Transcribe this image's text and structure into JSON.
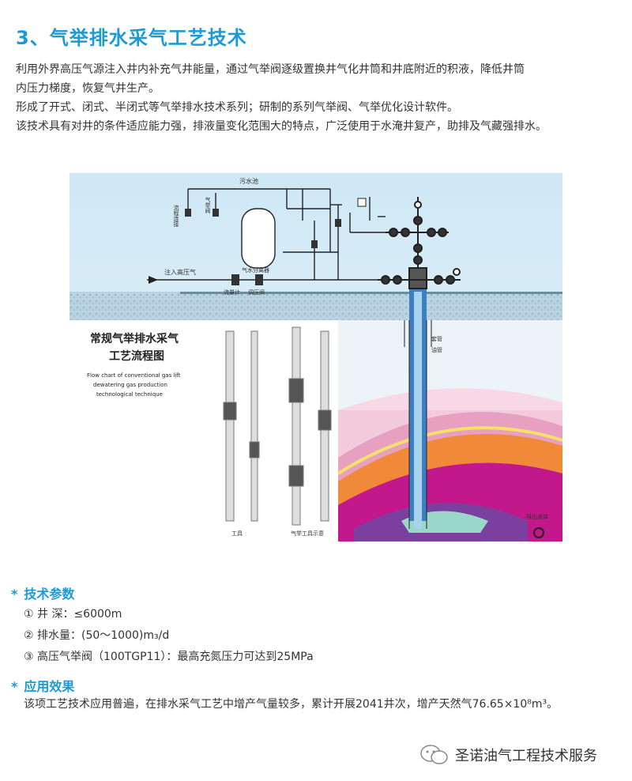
{
  "title": "3、气举排水采气工艺技术",
  "intro": [
    "利用外界高压气源注入井内补充气井能量，通过气举阀逐级置换井气化井筒和井底附近的积液，降低井筒",
    "内压力梯度，恢复气井生产。",
    "形成了开式、闭式、半闭式等气举排水技术系列；研制的系列气举阀、气举优化设计软件。",
    "该技术具有对井的条件适应能力强，排液量变化范围大的特点，广泛使用于水淹井复产，助排及气藏强排水。"
  ],
  "figure": {
    "chart_title_cn_1": "常规气举排水采气",
    "chart_title_cn_2": "工艺流程图",
    "chart_title_en_1": "Flow chart of conventional gas lift",
    "chart_title_en_2": "dewatering gas production",
    "chart_title_en_3": "technological technique",
    "label_sewage": "污水池",
    "label_inject": "注入高压气",
    "label_flowmeter": "流量计",
    "label_pressure_valve": "调压阀",
    "label_separator": "气水分离器",
    "label_casing": "套管",
    "label_tubing": "油管",
    "label_outlet": "排出液体",
    "label_left_1": "流程连接",
    "label_left_2": "气举阀",
    "caption_left": "工具",
    "caption_right": "气举工具示意"
  },
  "params_header": "技术参数",
  "params": [
    "① 井  深：≤6000m",
    "② 排水量：(50～1000)m₃/d",
    "③ 高压气举阀（100TGP11）：最高充氮压力可达到25MPa"
  ],
  "effect_header": "应用效果",
  "effect_text": "该项工艺技术应用普遍，在排水采气工艺中增产气量较多，累计开展2041井次，增产天然气76.65×10⁸m³。",
  "footer_text": "圣诺油气工程技术服务",
  "colors": {
    "accent": "#1b9ad6"
  }
}
